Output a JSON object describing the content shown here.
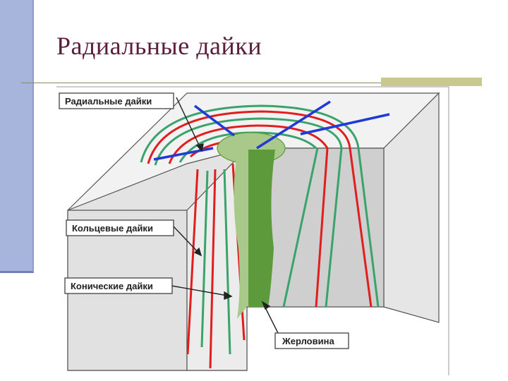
{
  "slide": {
    "title": "Радиальные дайки"
  },
  "diagram": {
    "labels": {
      "radial": "Радиальные дайки",
      "ring": "Кольцевые дайки",
      "conical": "Конические дайки",
      "vent": "Жерловина"
    },
    "colors": {
      "title": "#5a1e3a",
      "sidebar": "#a7b5dc",
      "block_top": "#f2f2f2",
      "block_front": "#e3e3e3",
      "block_inner": "#cfcfcf",
      "radial_dike": "#1f3ad6",
      "conical_dike": "#e01e1e",
      "ring_dike": "#3aa36b",
      "vent_light": "#a9c98a",
      "vent_dark": "#5c9a3c"
    }
  }
}
